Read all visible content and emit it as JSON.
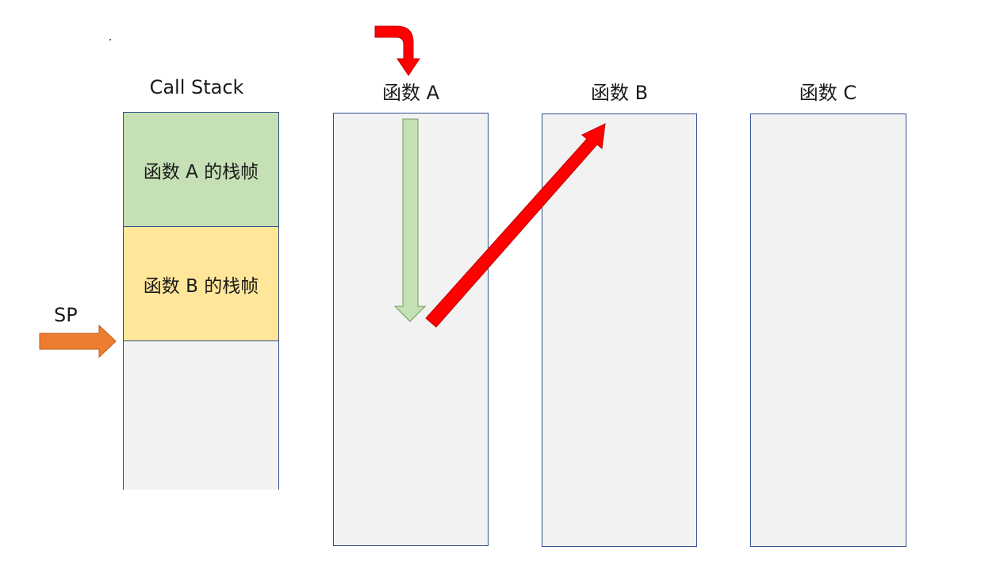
{
  "call_stack": {
    "title": "Call Stack",
    "frames": [
      {
        "label": "函数 A 的栈帧",
        "color": "#c5e0b4"
      },
      {
        "label": "函数 B 的栈帧",
        "color": "#ffe699"
      }
    ]
  },
  "sp": {
    "label": "SP",
    "arrow_color": "#ed7d31"
  },
  "functions": [
    {
      "title": "函数 A"
    },
    {
      "title": "函数 B"
    },
    {
      "title": "函数 C"
    }
  ],
  "colors": {
    "box_border": "#2f4f8f",
    "box_fill": "#f2f2f2",
    "call_arrow": "#ff0000",
    "execution_arrow": "#c5e0b4"
  },
  "icons": {
    "entry_arrow": "curved-arrow-down-icon",
    "execution_arrow": "down-arrow-icon",
    "call_arrow": "diagonal-arrow-icon",
    "sp_arrow": "right-arrow-icon"
  }
}
